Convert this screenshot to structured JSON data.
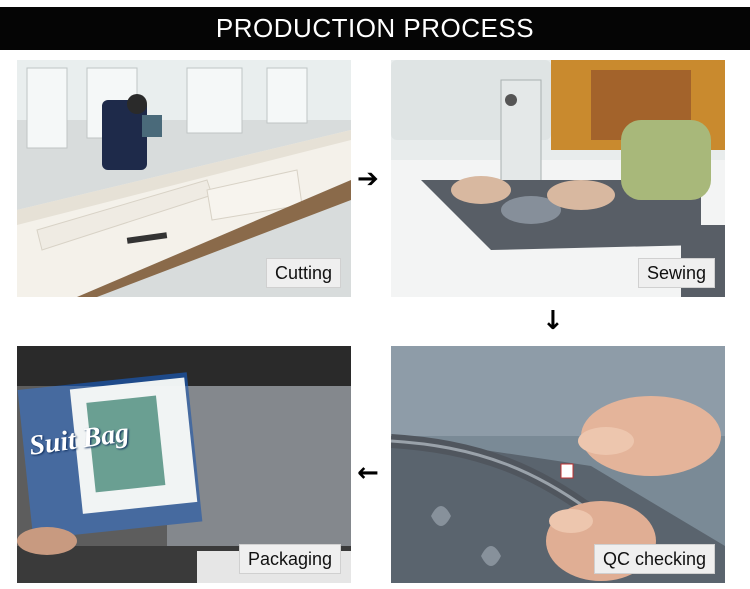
{
  "header": {
    "title": "PRODUCTION PROCESS"
  },
  "steps": [
    {
      "caption": "Cutting"
    },
    {
      "caption": "Sewing"
    },
    {
      "caption": "QC checking"
    },
    {
      "caption": "Packaging"
    }
  ],
  "arrows": {
    "right": "➔",
    "down": "↓",
    "left": "←"
  },
  "package": {
    "label": "Suit Bag"
  }
}
